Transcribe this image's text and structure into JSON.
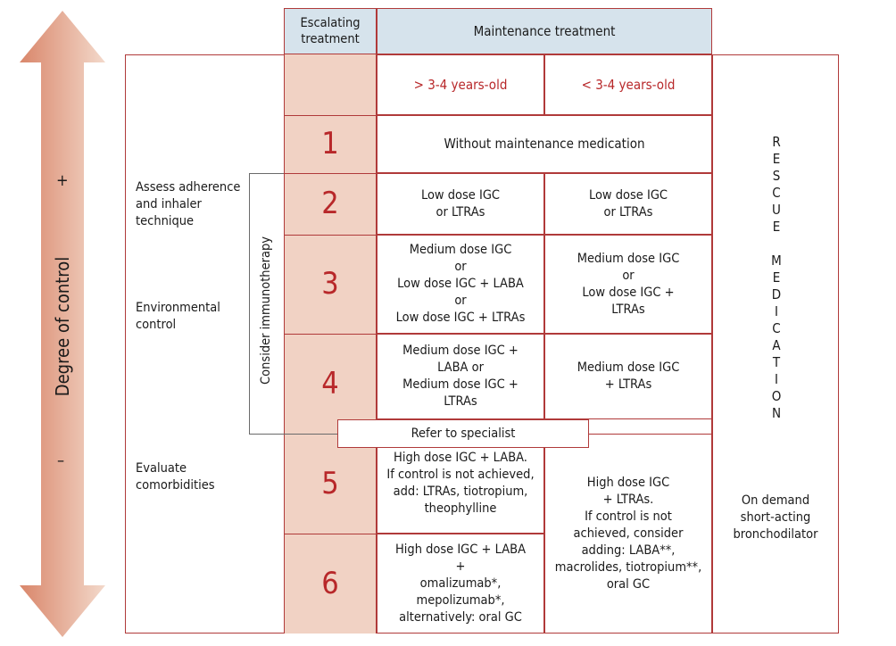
{
  "axis": {
    "label": "Degree of control",
    "plus": "+",
    "minus": "–"
  },
  "header": {
    "escalating": "Escalating\ntreatment",
    "maintenance": "Maintenance treatment"
  },
  "ages": {
    "older": "> 3-4 years-old",
    "younger": "< 3-4 years-old"
  },
  "steps": [
    "1",
    "2",
    "3",
    "4",
    "5",
    "6"
  ],
  "rows": {
    "step1": "Without maintenance medication",
    "step2_older": "Low dose IGC\nor LTRAs",
    "step2_younger": "Low dose IGC\nor LTRAs",
    "step3_older": "Medium dose IGC\nor\nLow dose IGC + LABA\nor\nLow dose IGC + LTRAs",
    "step3_younger": "Medium dose IGC\nor\nLow dose IGC +\nLTRAs",
    "step4_older": "Medium dose IGC +\nLABA or\nMedium dose IGC +\nLTRAs",
    "step4_younger": "Medium dose IGC\n+ LTRAs",
    "step5_older": "High dose IGC + LABA.\nIf control is not achieved,\nadd: LTRAs, tiotropium,\ntheophylline",
    "step56_younger": "High dose IGC\n+ LTRAs.\nIf control is not\nachieved, consider\nadding: LABA**,\nmacrolides, tiotropium**,\noral GC",
    "step6_older": "High dose IGC + LABA\n+\nomalizumab*,\nmepolizumab*,\nalternatively: oral GC"
  },
  "left_notes": {
    "adherence": "Assess adherence\nand inhaler\ntechnique",
    "environment": "Environmental\ncontrol",
    "comorbidities": "Evaluate\ncomorbidities"
  },
  "immunotherapy": "Consider immunotherapy",
  "refer": "Refer to specialist",
  "rescue": {
    "word1": [
      "R",
      "E",
      "S",
      "C",
      "U",
      "E"
    ],
    "word2": [
      "M",
      "E",
      "D",
      "I",
      "C",
      "A",
      "T",
      "I",
      "O",
      "N"
    ],
    "on_demand": "On demand\nshort-acting\nbronchodilator"
  },
  "colors": {
    "accent_red": "#b03a3a",
    "step_number_red": "#b8282a",
    "escalating_fill": "#f1d2c4",
    "header_blue": "#d6e3ec",
    "arrow_dark": "#d9866a",
    "arrow_light": "#f3d9cb"
  }
}
